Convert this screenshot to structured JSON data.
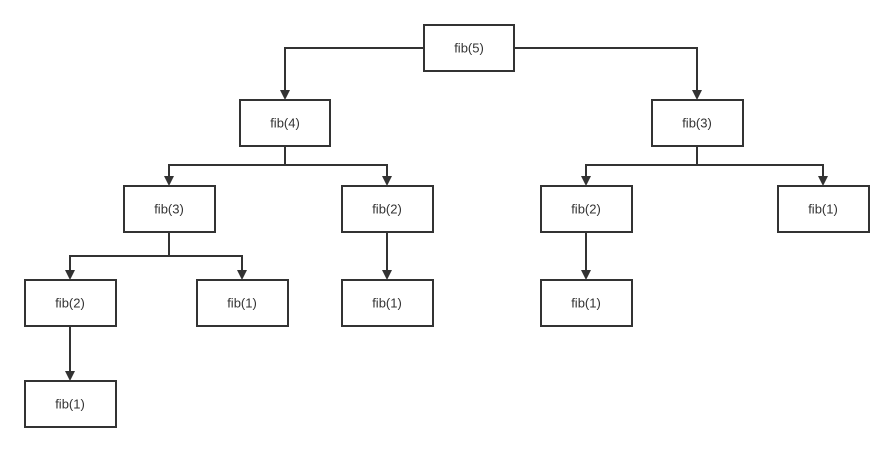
{
  "diagram": {
    "nodes": [
      {
        "id": "n0",
        "label": "fib(5)"
      },
      {
        "id": "n1",
        "label": "fib(4)"
      },
      {
        "id": "n2",
        "label": "fib(3)"
      },
      {
        "id": "n3",
        "label": "fib(3)"
      },
      {
        "id": "n4",
        "label": "fib(2)"
      },
      {
        "id": "n5",
        "label": "fib(2)"
      },
      {
        "id": "n6",
        "label": "fib(1)"
      },
      {
        "id": "n7",
        "label": "fib(2)"
      },
      {
        "id": "n8",
        "label": "fib(1)"
      },
      {
        "id": "n9",
        "label": "fib(1)"
      },
      {
        "id": "n10",
        "label": "fib(1)"
      },
      {
        "id": "n11",
        "label": "fib(1)"
      }
    ],
    "edges": [
      {
        "from": "n0",
        "to": "n1"
      },
      {
        "from": "n0",
        "to": "n2"
      },
      {
        "from": "n1",
        "to": "n3"
      },
      {
        "from": "n1",
        "to": "n4"
      },
      {
        "from": "n2",
        "to": "n5"
      },
      {
        "from": "n2",
        "to": "n6"
      },
      {
        "from": "n3",
        "to": "n7"
      },
      {
        "from": "n3",
        "to": "n8"
      },
      {
        "from": "n4",
        "to": "n9"
      },
      {
        "from": "n5",
        "to": "n10"
      },
      {
        "from": "n7",
        "to": "n11"
      }
    ],
    "colors": {
      "stroke": "#333333",
      "fill": "#ffffff",
      "text": "#333333"
    }
  }
}
